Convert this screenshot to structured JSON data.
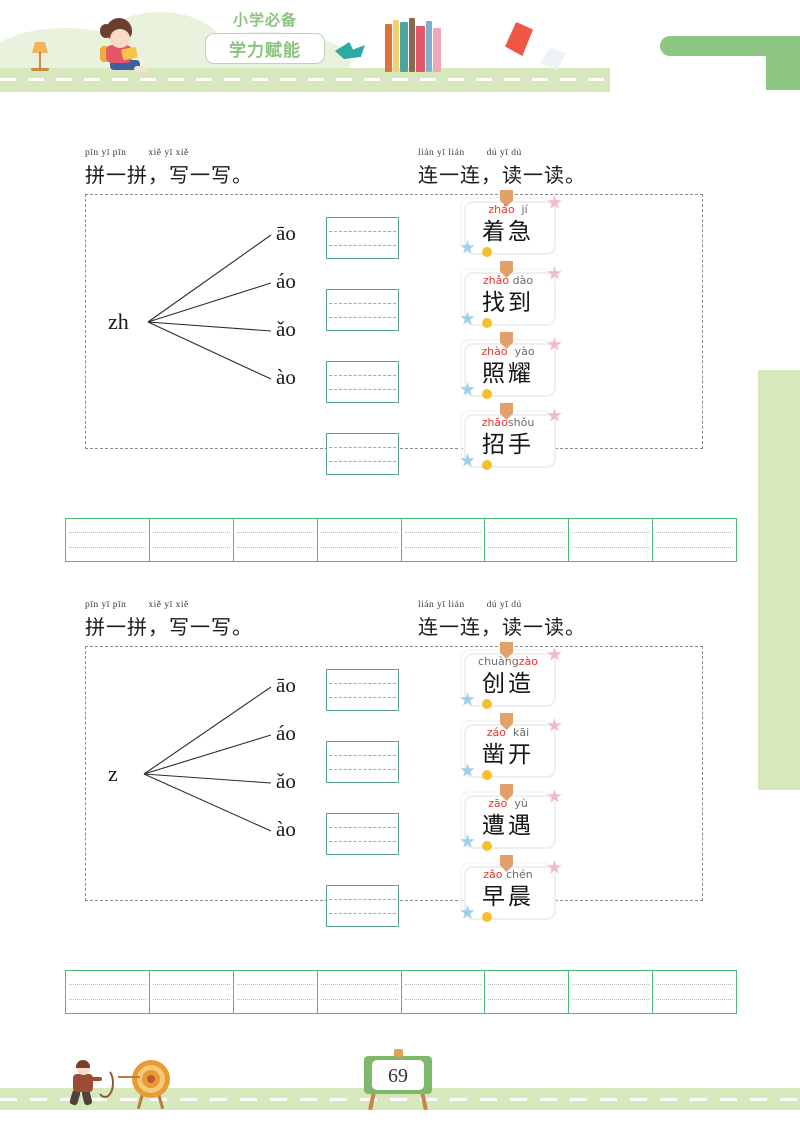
{
  "header": {
    "brand_top": "小学必备",
    "brand_box": "学力赋能",
    "accent_green": "#8ec684",
    "road_green": "#d8e8bd"
  },
  "sections": [
    {
      "left_head": {
        "pinyin_a": "pīn yī pīn",
        "pinyin_b": "xiě yī xiě",
        "chinese": "拼一拼，写一写。"
      },
      "right_head": {
        "pinyin_a": "lián yī lián",
        "pinyin_b": "dú yī dú",
        "chinese": "连一连，读一读。"
      },
      "initial": "zh",
      "finals": [
        "āo",
        "áo",
        "ǎo",
        "ào"
      ],
      "cards": [
        {
          "py1": "zháo",
          "py2": "jí",
          "py1_red": true,
          "py2_red": false,
          "word": "着急"
        },
        {
          "py1": "zhǎo",
          "py2": "dào",
          "py1_red": true,
          "py2_red": false,
          "word": "找到"
        },
        {
          "py1": "zhào",
          "py2": "yào",
          "py1_red": true,
          "py2_red": false,
          "word": "照耀"
        },
        {
          "py1": "zhāo",
          "py2": "shǒu",
          "py1_red": true,
          "py2_red": false,
          "word": "招手"
        }
      ],
      "practice_cells": 8
    },
    {
      "left_head": {
        "pinyin_a": "pīn yī pīn",
        "pinyin_b": "xiě yī xiě",
        "chinese": "拼一拼，写一写。"
      },
      "right_head": {
        "pinyin_a": "lián yī lián",
        "pinyin_b": "dú yī dú",
        "chinese": "连一连，读一读。"
      },
      "initial": "z",
      "finals": [
        "āo",
        "áo",
        "ǎo",
        "ào"
      ],
      "cards": [
        {
          "py1": "chuàng",
          "py2": "zào",
          "py1_red": false,
          "py2_red": true,
          "word": "创造"
        },
        {
          "py1": "záo",
          "py2": "kāi",
          "py1_red": true,
          "py2_red": false,
          "word": "凿开"
        },
        {
          "py1": "zāo",
          "py2": "yù",
          "py1_red": true,
          "py2_red": false,
          "word": "遭遇"
        },
        {
          "py1": "zǎo",
          "py2": "chén",
          "py1_red": true,
          "py2_red": false,
          "word": "早晨"
        }
      ],
      "practice_cells": 8
    }
  ],
  "footer": {
    "page_number": "69"
  },
  "colors": {
    "grid_teal": "#58a393",
    "strip_green": "#4cbb76",
    "pinyin_red": "#e8342b",
    "panel_border": "#8c8c8c"
  }
}
